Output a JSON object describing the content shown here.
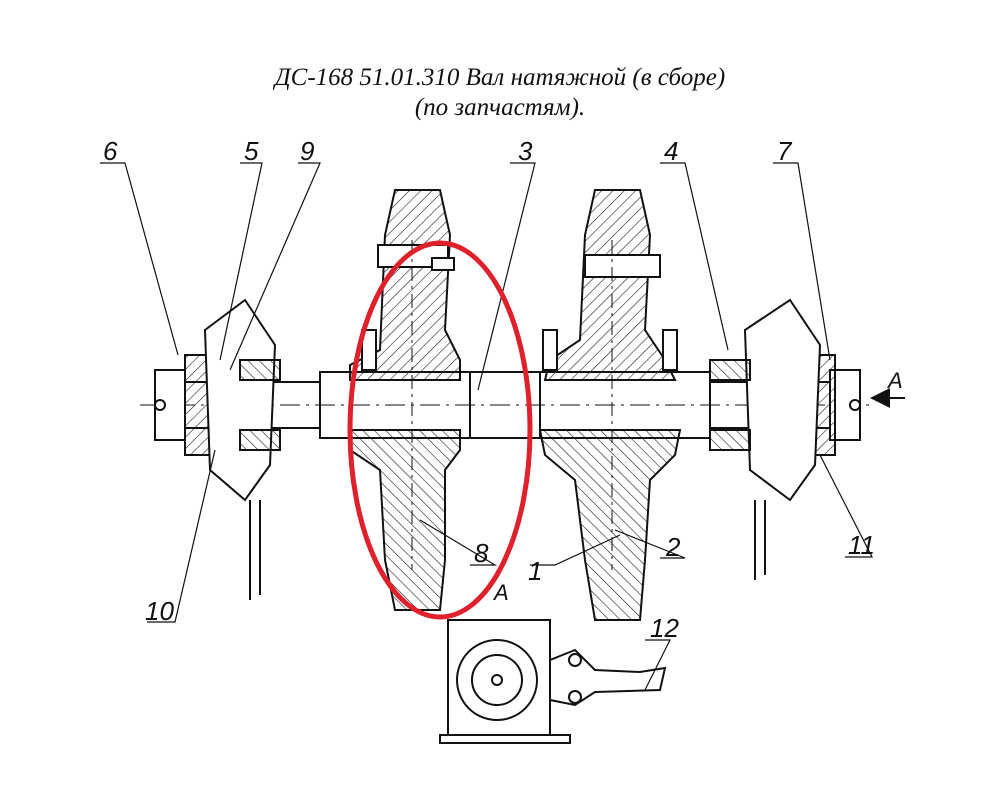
{
  "title": {
    "line1": "ДС-168 51.01.310 Вал натяжной (в сборе)",
    "line2": "(по запчастям)."
  },
  "callouts": [
    "1",
    "2",
    "3",
    "4",
    "5",
    "6",
    "7",
    "8",
    "9",
    "10",
    "11",
    "12"
  ],
  "view_labels": {
    "arrow": "A",
    "view": "A"
  },
  "highlight_color": "#e0202a"
}
